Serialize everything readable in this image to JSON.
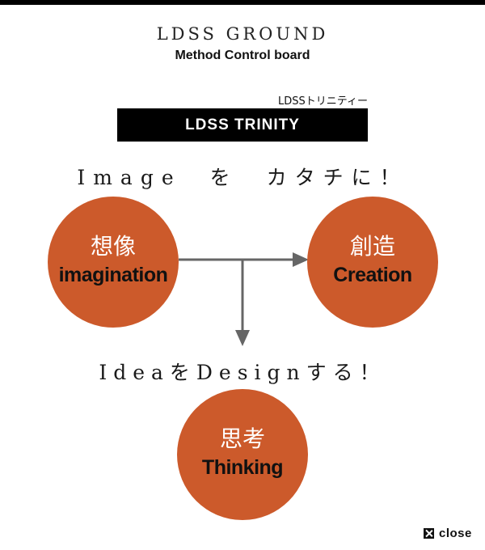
{
  "header": {
    "title": "LDSS GROUND",
    "subtitle": "Method Control board"
  },
  "trinity": {
    "kana": "LDSSトリニティー",
    "label": "LDSS TRINITY"
  },
  "taglines": {
    "top": "Image　を　カタチに！",
    "middle": "IdeaをDesignする！"
  },
  "nodes": [
    {
      "kanji": "想像",
      "label": "imagination"
    },
    {
      "kanji": "創造",
      "label": "Creation"
    },
    {
      "kanji": "思考",
      "label": "Thinking"
    }
  ],
  "close": {
    "label": "close",
    "icon": "close-icon"
  },
  "colors": {
    "circle": "#cc5a2b",
    "arrow": "#666666",
    "bar": "#000000"
  }
}
